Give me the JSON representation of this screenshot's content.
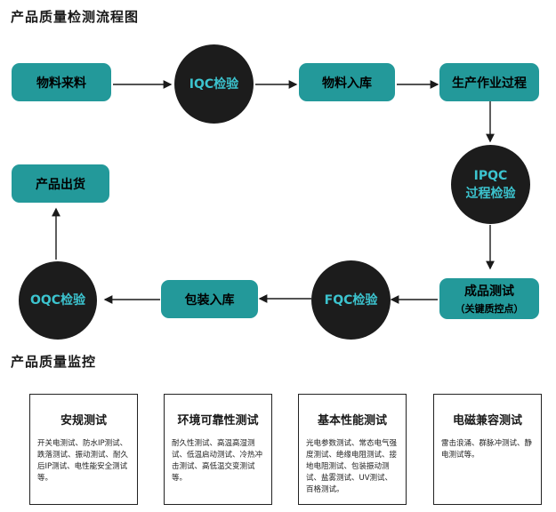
{
  "flow_title": "产品质量检测流程图",
  "nodes": {
    "material_incoming": "物料来料",
    "iqc": "IQC检验",
    "material_storage": "物料入库",
    "production": "生产作业过程",
    "ipqc_line1": "IPQC",
    "ipqc_line2": "过程检验",
    "finished_test": "成品测试",
    "finished_test_sub": "（关键质控点）",
    "fqc": "FQC检验",
    "packaging": "包装入库",
    "oqc": "OQC检验",
    "shipment": "产品出货"
  },
  "monitor_title": "产品质量监控",
  "cards": [
    {
      "title": "安规测试",
      "body": "开关电测试、防水IP测试、跌落测试、振动测试、耐久后IP测试、电性能安全测试等。"
    },
    {
      "title": "环境可靠性测试",
      "body": "耐久性测试、高温高湿测试、低温启动测试、冷热冲击测试、高低温交变测试等。"
    },
    {
      "title": "基本性能测试",
      "body": "光电参数测试、常态电气强度测试、绝缘电阻测试、接地电阻测试、包装振动测试、盐雾测试、UV测试、百格测试。"
    },
    {
      "title": "电磁兼容测试",
      "body": "雷击浪涌、群脉冲测试、静电测试等。"
    }
  ],
  "colors": {
    "box_fill": "#23999a",
    "circle_fill": "#1c1c1c",
    "circle_text": "#3cc4cf"
  }
}
